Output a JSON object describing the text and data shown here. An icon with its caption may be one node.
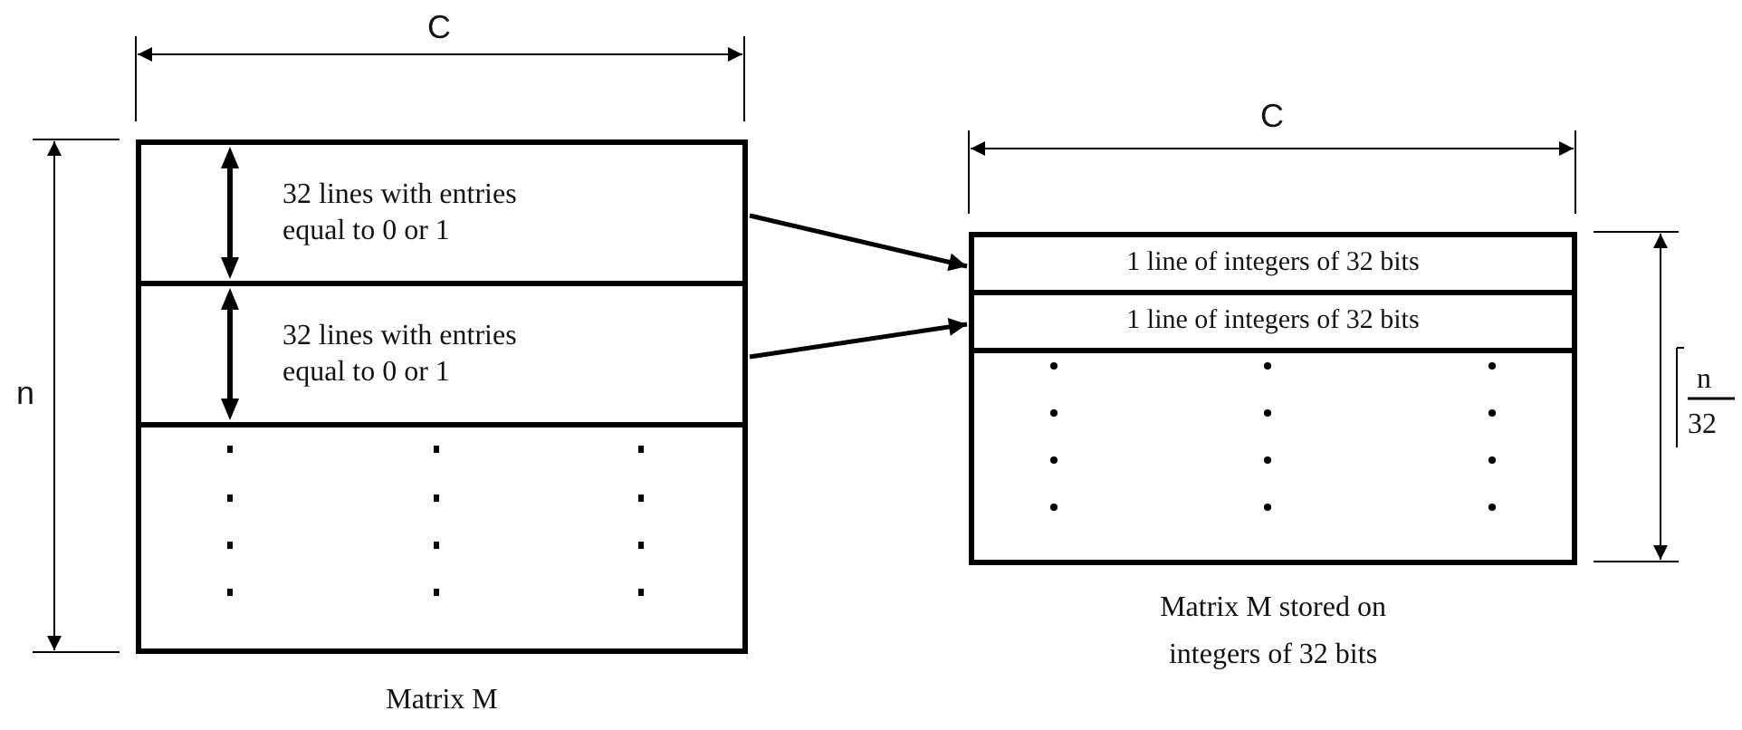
{
  "diagram": {
    "nodes": [
      {
        "text": [
          "Matrix M"
        ]
      },
      {
        "text": [
          "32 lines with entries equal to 0 or 1"
        ],
        "in": 0
      },
      {
        "text": [
          "32 lines with entries equal to 0 or 1"
        ],
        "in": 0
      },
      {
        "text": [
          "Matrix M stored on integers of 32 bits"
        ]
      },
      {
        "text": [
          "1 line of integers of 32 bits"
        ],
        "in": 3
      },
      {
        "text": [
          "1 line of integers of 32 bits"
        ],
        "in": 3
      }
    ],
    "edges": [
      {
        "from": 1,
        "to": 4,
        "arrow": "to"
      },
      {
        "from": 2,
        "to": 5,
        "arrow": "to"
      }
    ],
    "labels": [
      "C",
      "n",
      "C",
      "n",
      "32"
    ]
  }
}
